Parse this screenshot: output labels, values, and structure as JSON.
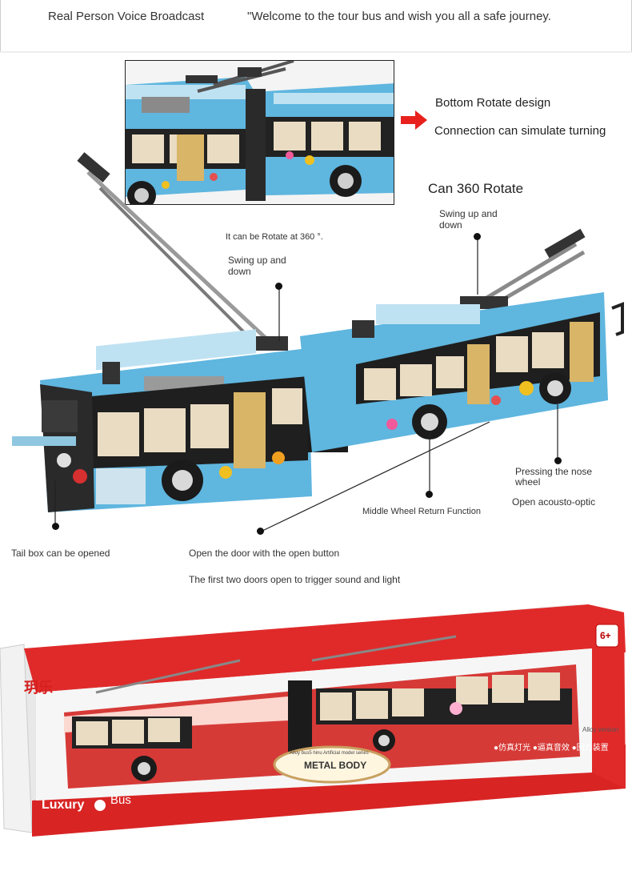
{
  "header": {
    "left_text": "Real Person Voice Broadcast",
    "right_text": "\"Welcome to the tour bus and wish you all a safe journey."
  },
  "inset": {
    "caption_line1": "Bottom Rotate design",
    "caption_line2": "Connection can simulate turning"
  },
  "labels": {
    "can_360": "Can 360 Rotate",
    "swing_right_1": "Swing up and",
    "swing_right_2": "down",
    "rotate_360_small": "It can be Rotate at 360 °.",
    "swing_left_1": "Swing up and",
    "swing_left_2": "down",
    "pressing_1": "Pressing the nose",
    "pressing_2": "wheel",
    "acousto": "Open acousto-optic",
    "middle_wheel": "Middle Wheel Return Function",
    "tail_box": "Tail box can be opened",
    "open_door": "Open the door with the open button",
    "first_two_doors": "The first two doors open to trigger sound and light"
  },
  "package": {
    "brand_cn": "玥乐",
    "age_badge": "6+",
    "alloy_version": "Alloy version",
    "features_cn": "●仿真灯光  ●逼真音效  ●回力装置",
    "metal_small": "Alloy bus5 hinu Artificial model series",
    "metal_body": "METAL BODY",
    "luxury": "Luxury",
    "bus": "Bus"
  },
  "colors": {
    "bus_blue": "#5fb6df",
    "bus_red": "#d63a37",
    "arrow_red": "#e8211d",
    "box_red": "#e02a2a"
  }
}
